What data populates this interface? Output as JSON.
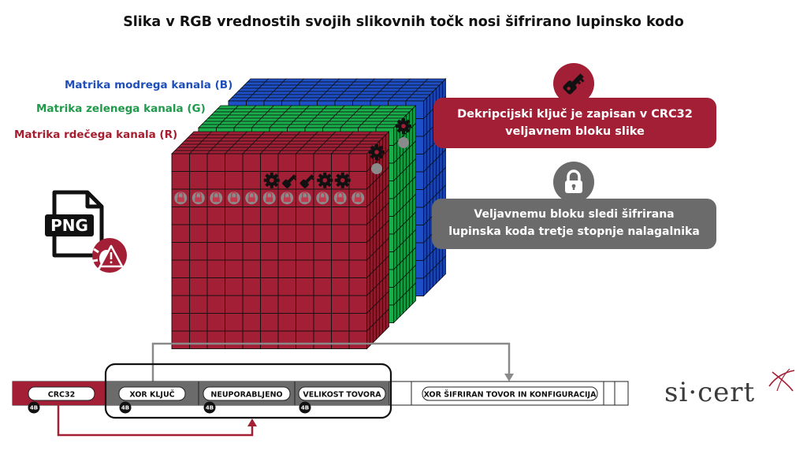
{
  "title": "Slika v RGB vrednostih svojih slikovnih točk nosi šifrirano lupinsko kodo",
  "channels": {
    "blue_label": "Matrika modrega kanala (B)",
    "green_label": "Matrika zelenega kanala (G)",
    "red_label": "Matrika rdečega kanala (R)"
  },
  "colors": {
    "red": "#a31f35",
    "green": "#19b04b",
    "blue": "#1d4fc9",
    "grey": "#6b6b6b"
  },
  "file_icon": {
    "label": "PNG"
  },
  "callouts": {
    "key_text_line1": "Dekripcijski ključ je zapisan v CRC32",
    "key_text_line2": "veljavnem bloku slike",
    "lock_text_line1": "Veljavnemu bloku sledi šifrirana",
    "lock_text_line2": "lupinska koda tretje stopnje nalagalnika"
  },
  "structure": {
    "crc_label": "CRC32",
    "xor_key_label": "XOR KLJUČ",
    "unused_label": "NEUPORABLJENO",
    "payload_size_label": "VELIKOST TOVORA",
    "payload_label": "XOR ŠIFRIRAN TOVOR IN KONFIGURACIJA",
    "size_badge": "4B"
  },
  "logo": {
    "text": "si·cert"
  }
}
